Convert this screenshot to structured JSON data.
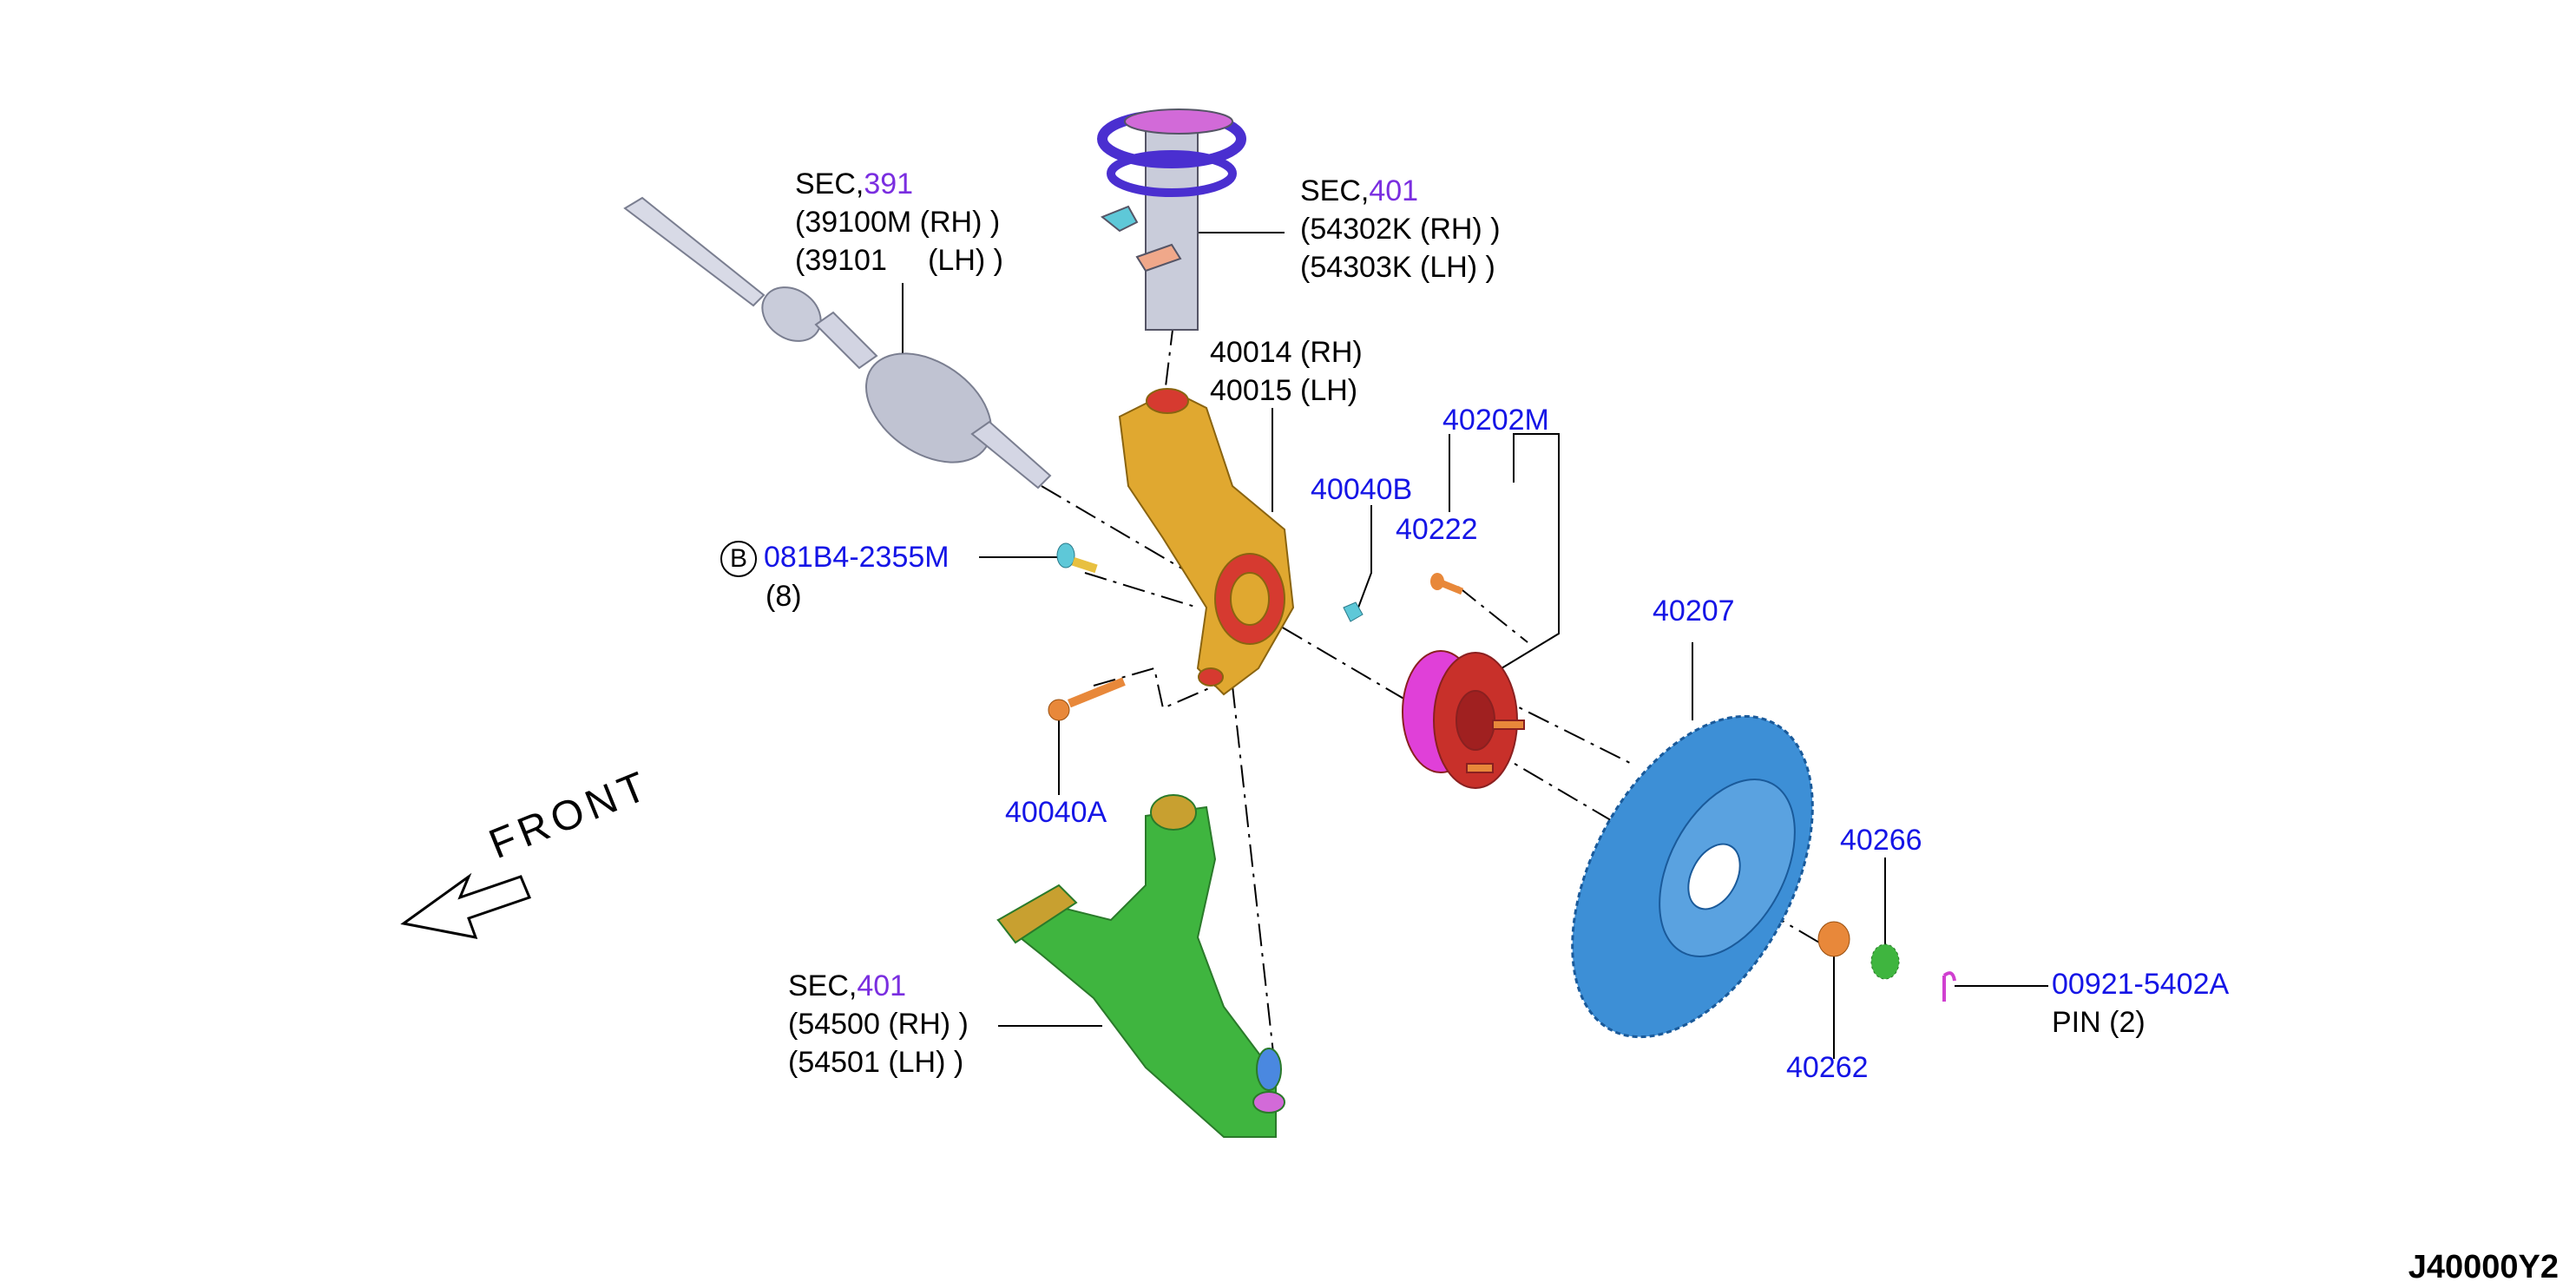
{
  "labels": {
    "driveshaft": {
      "sec_prefix": "SEC,",
      "sec_num": "391",
      "line2": "(39100M (RH) )",
      "line3": "(39101     (LH) )"
    },
    "strut": {
      "sec_prefix": "SEC,",
      "sec_num": "401",
      "line2": "(54302K (RH) )",
      "line3": "(54303K (LH) )"
    },
    "knuckle": {
      "line1": "40014 (RH)",
      "line2": "40015 (LH)"
    },
    "hub_assy": "40202M",
    "hub_bolt": "40222",
    "knuckle_nut": "40040B",
    "bolt_b": {
      "circle": "B",
      "part": "081B4-2355M",
      "qty": "(8)"
    },
    "knuckle_bolt": "40040A",
    "rotor": "40207",
    "hub_cap": "40266",
    "hub_nut": "40262",
    "pin": {
      "part": "00921-5402A",
      "desc": "PIN (2)"
    },
    "lower_arm": {
      "sec_prefix": "SEC,",
      "sec_num": "401",
      "line2": "(54500 (RH) )",
      "line3": "(54501 (LH) )"
    },
    "front": "FRONT"
  },
  "diagram_id": "J40000Y2",
  "colors": {
    "part_number_blue": "#1515e6",
    "section_purple": "#7a2ee0",
    "knuckle_gold": "#e0a830",
    "rotor_blue": "#3d8fd6",
    "arm_green": "#3fb53f",
    "hub_magenta": "#e040d8",
    "shaft_gray": "#c8cbd8",
    "spring_purple": "#6a4fe0",
    "bolt_orange": "#e8883a"
  }
}
